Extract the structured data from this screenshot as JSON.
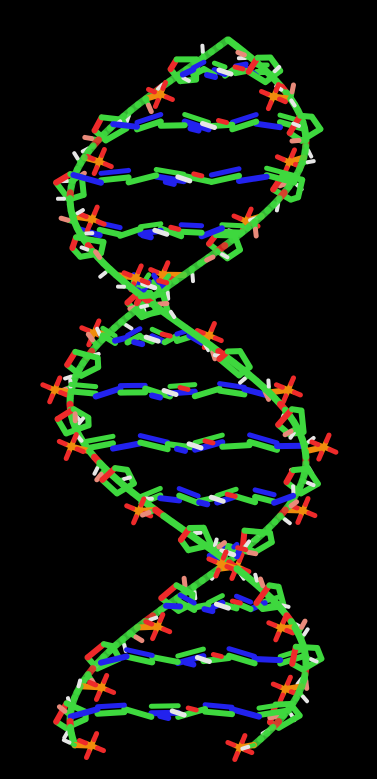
{
  "scene": {
    "subject": "dna-double-helix-stick-model",
    "background_color": "#000000",
    "atom_colors": {
      "carbon": "#3ed83e",
      "nitrogen": "#2222ee",
      "oxygen": "#ee2a2a",
      "phosphorus": "#f08c0c",
      "hydrogen": "#e6e6e6",
      "oxygen_faded": "#e88a7a"
    },
    "helix": {
      "base_pair_count": 13,
      "turns": 1.35,
      "strand_count": 2
    }
  }
}
